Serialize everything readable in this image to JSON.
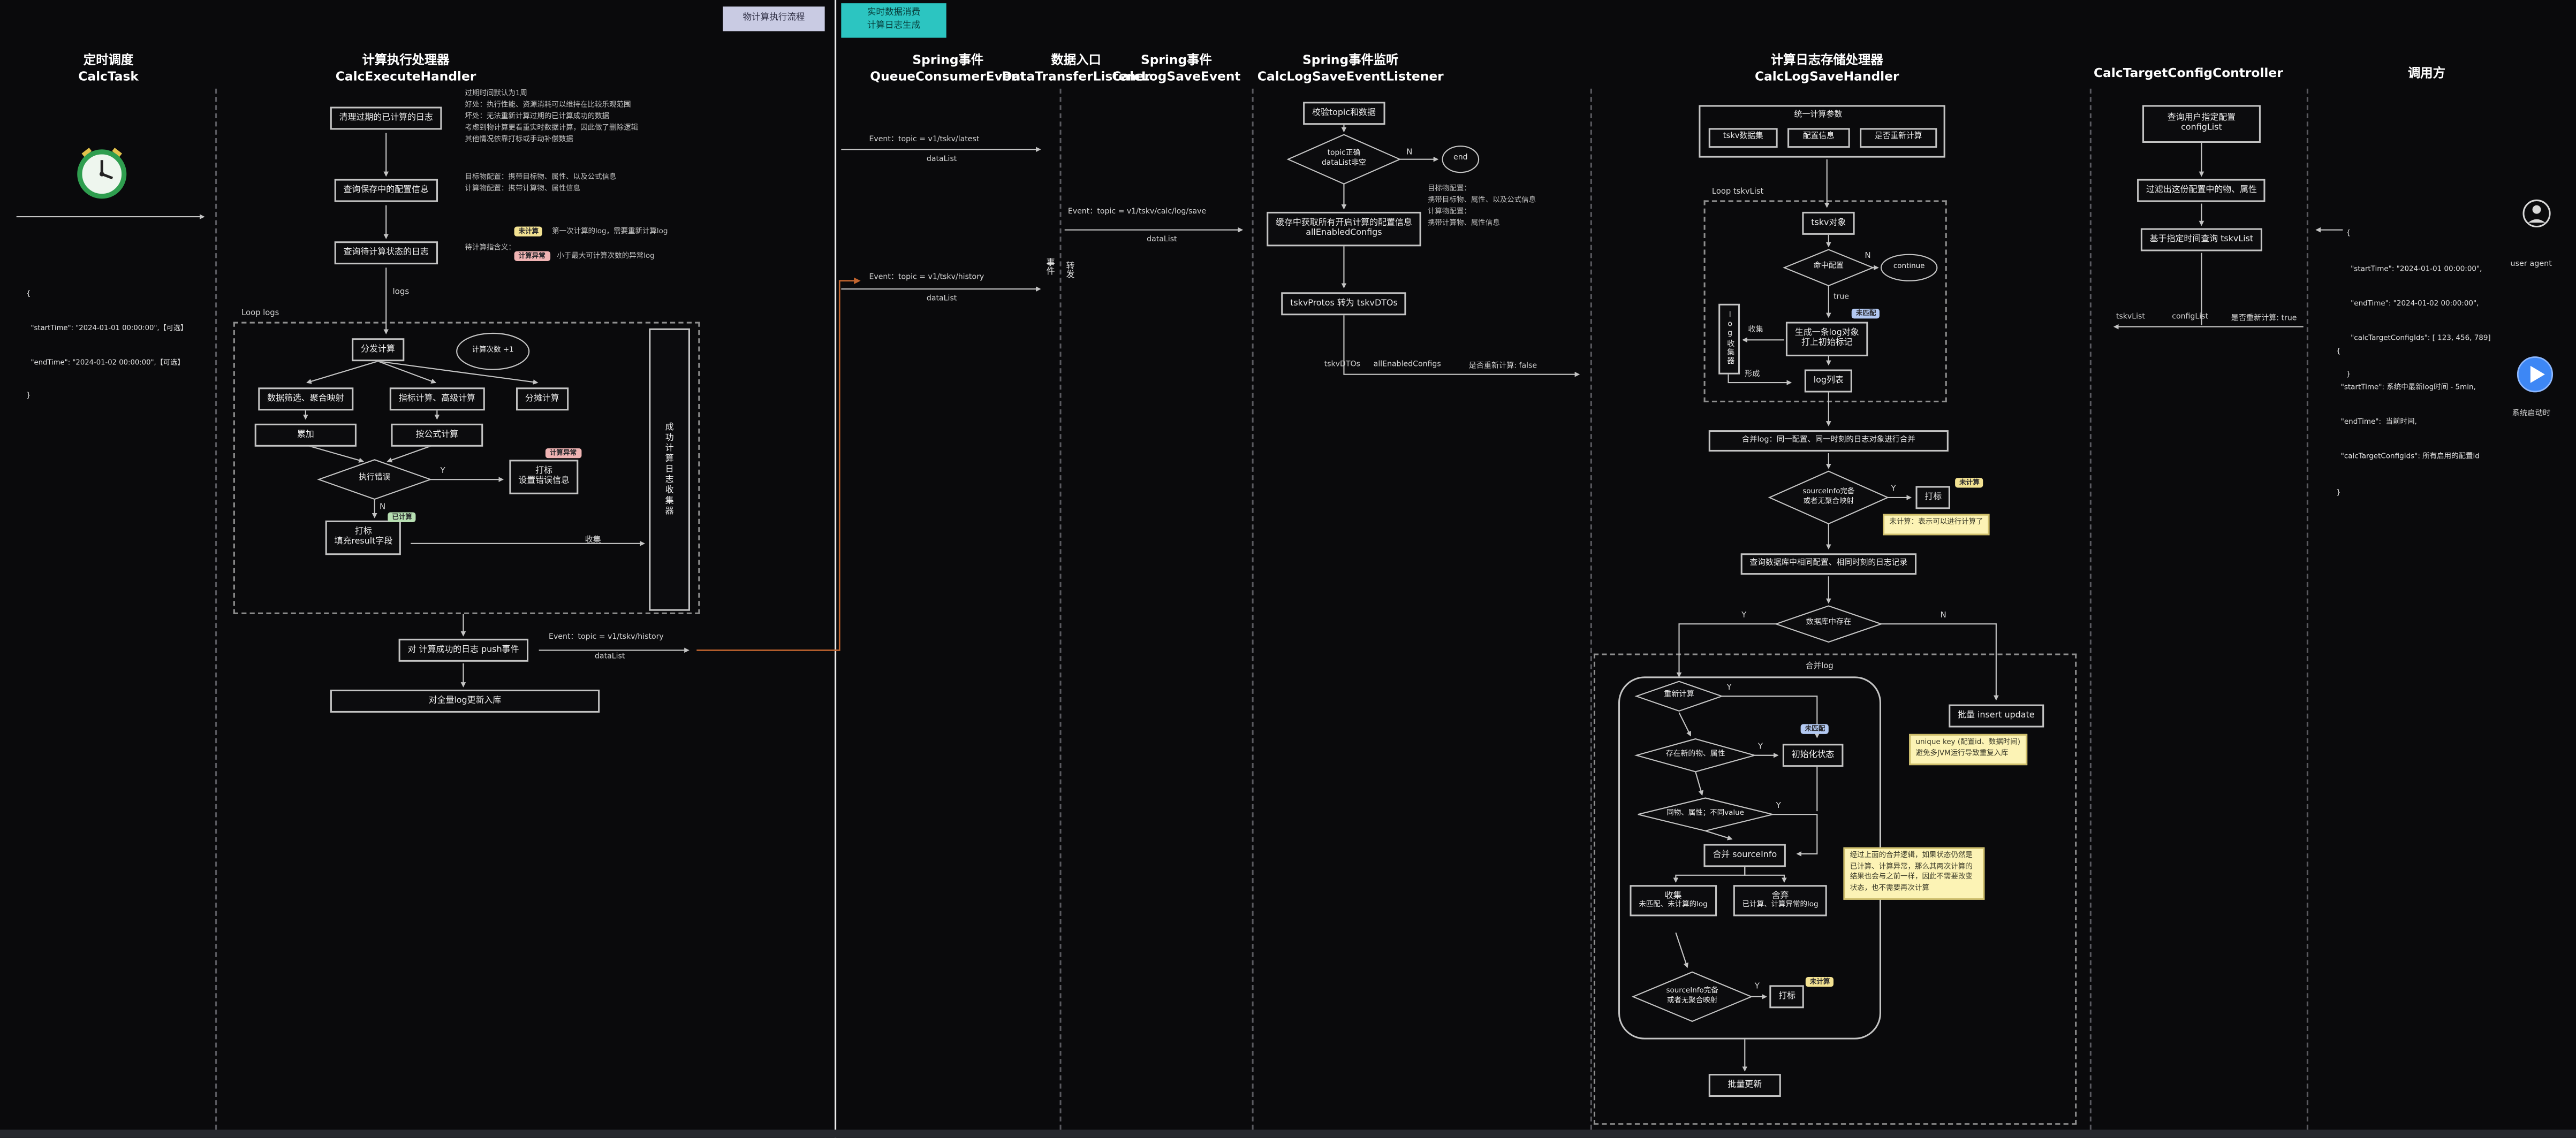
{
  "legend": {
    "flow1": "物计算执行流程",
    "flow2a": "实时数据消费",
    "flow2b": "计算日志生成"
  },
  "labels": {
    "y": "Y",
    "n": "N",
    "true": "true",
    "collect": "收集",
    "datalist": "dataList"
  },
  "lanes": {
    "task": {
      "t1": "定时调度",
      "t2": "CalcTask"
    },
    "exec": {
      "t1": "计算执行处理器",
      "t2": "CalcExecuteHandler"
    },
    "queue": {
      "t1": "Spring事件",
      "t2": "QueueConsumerEvent"
    },
    "entry": {
      "t1": "数据入口",
      "t2": "DataTransferListener"
    },
    "saveEvent": {
      "t1": "Spring事件",
      "t2": "CalcLogSaveEvent"
    },
    "listener": {
      "t1": "Spring事件监听",
      "t2": "CalcLogSaveEventListener"
    },
    "saveHandler": {
      "t1": "计算日志存储处理器",
      "t2": "CalcLogSaveHandler"
    },
    "controller": {
      "t2": "CalcTargetConfigController"
    },
    "caller": {
      "t1": "调用方"
    }
  },
  "task": {
    "json1": [
      "{",
      "  \"startTime\": \"2024-01-01 00:00:00\",【可选】",
      "  \"endTime\": \"2024-01-02 00:00:00\",【可选】",
      "}"
    ]
  },
  "exec": {
    "clean": "清理过期的已计算的日志",
    "note_expire": [
      "过期时间默认为1周",
      "好处：执行性能、资源消耗可以维持在比较乐观范围",
      "坏处：无法重新计算过期的已计算成功的数据",
      "考虑到物计算更看重实时数据计算，因此做了删除逻辑",
      "其他情况依靠打标或手动补偿数据"
    ],
    "query_config": "查询保存中的配置信息",
    "note_config": [
      "目标物配置：携带目标物、属性、以及公式信息",
      "计算物配置：携带计算物、属性信息"
    ],
    "query_logs": "查询待计算状态的日志",
    "note_pending_title": "待计算指含义：",
    "badge_uncalc": "未计算",
    "note_uncalc": "第一次计算的log，需要重新计算log",
    "badge_error": "计算异常",
    "note_error": "小于最大可计算次数的异常log",
    "logs_label": "logs",
    "loop_label": "Loop logs",
    "dispatch": "分发计算",
    "count": "计算次数 +1",
    "filter": "数据筛选、聚合映射",
    "metric": "指标计算、高级计算",
    "share": "分摊计算",
    "sum": "累加",
    "formula": "按公式计算",
    "err_check": "执行错误",
    "mark_err1": "打标",
    "mark_err2": "设置错误信息",
    "badge_err2": "计算异常",
    "mark_ok1": "打标",
    "mark_ok2": "填充result字段",
    "badge_done": "已计算",
    "collector": "成功计算日志收集器",
    "push": "对 计算成功的日志 push事件",
    "event1": "Event：topic = v1/tskv/history",
    "update_all": "对全量log更新入库"
  },
  "queue": {
    "event_latest": "Event：topic = v1/tskv/latest",
    "event_history": "Event：topic = v1/tskv/history",
    "forward1": "事件",
    "forward2": "转发"
  },
  "entry": {
    "event_save": "Event：topic = v1/tskv/calc/log/save"
  },
  "listener": {
    "validate": "校验topic和数据",
    "check1": "topic正确",
    "check2": "dataList非空",
    "end": "end",
    "fetch1": "缓存中获取所有开启计算的配置信息",
    "fetch2": "allEnabledConfigs",
    "note": [
      "目标物配置：",
      "携带目标物、属性、以及公式信息",
      "计算物配置：",
      "携带计算物、属性信息"
    ],
    "convert": "tskvProtos 转为 tskvDTOs",
    "out1": "tskvDTOs",
    "out2": "allEnabledConfigs",
    "out3": "是否重新计算: false"
  },
  "handler": {
    "params_title": "统一计算参数",
    "param1": "tskv数据集",
    "param2": "配置信息",
    "param3": "是否重新计算",
    "loop_label": "Loop tskvList",
    "tskv_obj": "tskv对象",
    "hit": "命中配置",
    "cont": "continue",
    "log_collector": "log收集器",
    "badge_nomatch": "未匹配",
    "gen1": "生成一条log对象",
    "gen2": "打上初始标记",
    "form": "形成",
    "log_list": "log列表",
    "merge_log": "合并log：同一配置、同一时刻的日志对象进行合并",
    "src_check1": "sourceInfo完备",
    "src_check2": "或者无聚合映射",
    "mark": "打标",
    "badge_uncalc": "未计算",
    "note_uncalc": "未计算：表示可以进行计算了",
    "query_db": "查询数据库中相同配置、相同时刻的日志记录",
    "exists": "数据库中存在",
    "merge_region": "合并log",
    "recalc": "重新计算",
    "new_attr": "存在新的物、属性",
    "init_state": "初始化状态",
    "same_attr": "同物、属性；不同value",
    "merge_src": "合并 sourceInfo",
    "note_merge": "经过上面的合并逻辑，如果状态仍然是已计算、计算异常，那么其两次计算的结果也会与之前一样，因此不需要改变状态，也不需要再次计算",
    "collect2_t": "收集",
    "collect2_b": "未匹配、未计算的log",
    "discard_t": "舍弃",
    "discard_b": "已计算、计算异常的log",
    "insert": "批量 insert update",
    "note_unique": [
      "unique key (配置id、数据时间)",
      "避免多JVM运行导致重复入库"
    ],
    "batch_update": "批量更新"
  },
  "controller": {
    "query_config1": "查询用户指定配置",
    "query_config2": "configList",
    "filter": "过滤出这份配置中的物、属性",
    "query_tskv": "基于指定时间查询 tskvList",
    "out1": "tskvList",
    "out2": "configList",
    "out3": "是否重新计算: true"
  },
  "caller": {
    "json_manual": [
      "{",
      "  \"startTime\": \"2024-01-01 00:00:00\",",
      "  \"endTime\": \"2024-01-02 00:00:00\",",
      "  \"calcTargetConfigIds\": [ 123, 456, 789]",
      "}"
    ],
    "user_label": "user agent",
    "json_auto": [
      "{",
      "  \"startTime\": 系统中最新log时间 - 5min,",
      "  \"endTime\":  当前时间,",
      "  \"calcTargetConfigIds\": 所有启用的配置id",
      "}"
    ],
    "boot_label": "系统启动时"
  }
}
